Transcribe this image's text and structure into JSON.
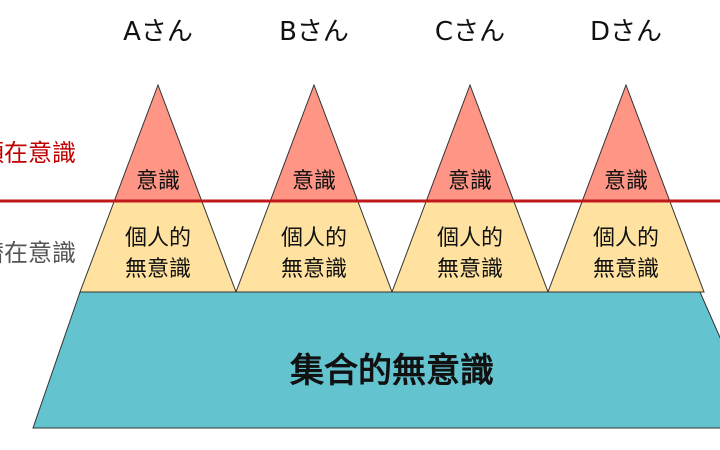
{
  "people": [
    "Aさん",
    "Bさん",
    "Cさん",
    "Dさん"
  ],
  "conscious_label": "顕在意識",
  "subconscious_label": "潜在意識",
  "tip_label": "意識",
  "personal_line1": "個人的",
  "personal_line2": "無意識",
  "collective_label": "集合的無意識",
  "colors": {
    "tip": "#FF9585",
    "personal": "#FFE29F",
    "collective": "#63C3CF",
    "line": "#C0191B",
    "conscious_text": "#C00000",
    "subconscious_text": "#555555"
  }
}
